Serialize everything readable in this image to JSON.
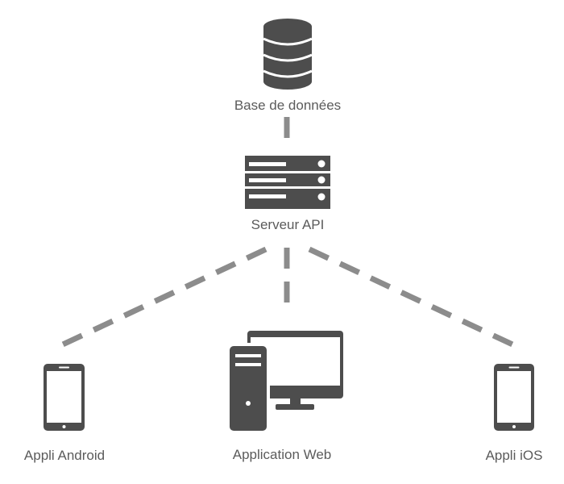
{
  "colors": {
    "icon": "#4d4d4d",
    "connector": "#8c8c8c",
    "label": "#5b5b5b",
    "background": "#ffffff"
  },
  "nodes": {
    "database": {
      "label": "Base de données",
      "icon": "database-icon"
    },
    "api_server": {
      "label": "Serveur API",
      "icon": "server-rack-icon"
    },
    "android_app": {
      "label": "Appli Android",
      "icon": "smartphone-icon"
    },
    "web_app": {
      "label": "Application Web",
      "icon": "desktop-computer-icon"
    },
    "ios_app": {
      "label": "Appli iOS",
      "icon": "smartphone-icon"
    }
  },
  "connections": [
    {
      "from": "database",
      "to": "api_server",
      "style": "dashed"
    },
    {
      "from": "api_server",
      "to": "android_app",
      "style": "dashed"
    },
    {
      "from": "api_server",
      "to": "web_app",
      "style": "dashed"
    },
    {
      "from": "api_server",
      "to": "ios_app",
      "style": "dashed"
    }
  ]
}
